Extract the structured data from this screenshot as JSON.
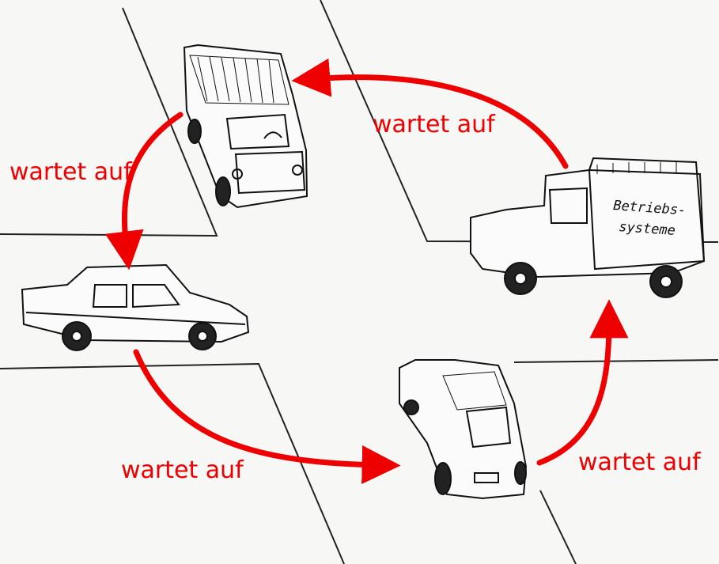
{
  "labels": {
    "top": "wartet auf",
    "left": "wartet auf",
    "bottom": "wartet auf",
    "right": "wartet auf"
  },
  "truck_sign": {
    "line1": "Betriebs-",
    "line2": "systeme"
  },
  "colors": {
    "arrow": "#ee0000",
    "ink": "#111111",
    "paper": "#f7f7f5"
  }
}
